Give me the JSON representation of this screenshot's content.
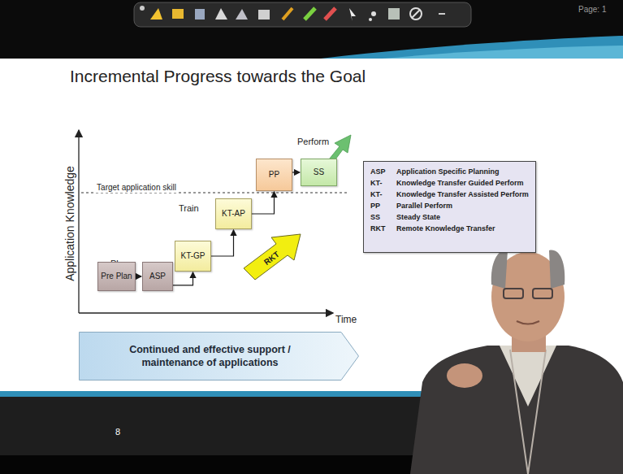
{
  "diagram": {
    "title": "Incremental Progress towards the Goal",
    "nodes": [
      {
        "text": [
          "Pre Plan"
        ]
      },
      {
        "text": [
          "ASP"
        ]
      },
      {
        "text": [
          "KT-GP"
        ]
      },
      {
        "text": [
          "KT-AP"
        ]
      },
      {
        "text": [
          "PP"
        ]
      },
      {
        "text": [
          "SS"
        ]
      },
      {
        "text": [
          "RKT"
        ]
      },
      {
        "text": [
          "ASP",
          "Application Specific Planning",
          "KT-",
          "Knowledge Transfer Guided Perform",
          "KT-",
          "Knowledge Transfer Assisted Perform",
          "PP",
          "Parallel Perform",
          "SS",
          "Steady State",
          "RKT",
          "Remote Knowledge Transfer"
        ]
      },
      {
        "text": [
          "Continued and effective support / maintenance of applications"
        ]
      }
    ],
    "edges": [
      {
        "from": 0,
        "to": 1,
        "arrow": "to"
      },
      {
        "from": 1,
        "to": 2,
        "arrow": "to"
      },
      {
        "from": 2,
        "to": 3,
        "arrow": "to"
      },
      {
        "from": 3,
        "to": 4,
        "arrow": "to"
      },
      {
        "from": 4,
        "to": 5,
        "arrow": "to"
      }
    ],
    "labels": [
      "Page: 1",
      "Application Knowledge",
      "Target application skill",
      "Plan",
      "Train",
      "Perform",
      "Time",
      "8"
    ]
  }
}
